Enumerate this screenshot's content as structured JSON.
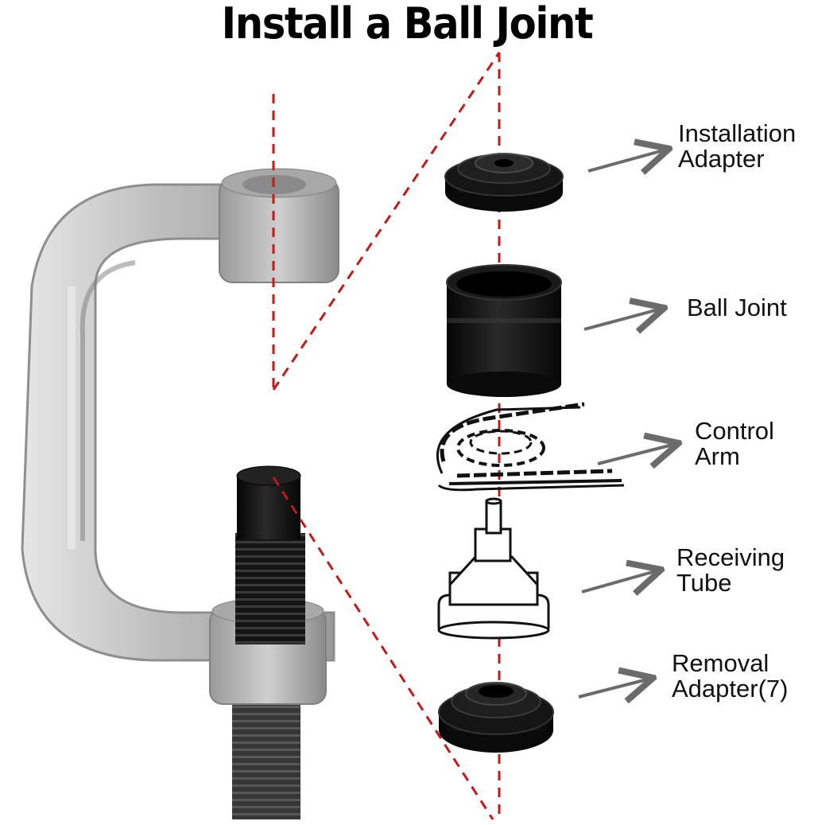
{
  "title": "Install a Ball Joint",
  "labels": {
    "installation_adapter": [
      "Installation",
      "Adapter"
    ],
    "ball_joint": [
      "Ball Joint"
    ],
    "control_arm": [
      "Control",
      "Arm"
    ],
    "receiving_tube": [
      "Receiving",
      "Tube"
    ],
    "removal_adapter": [
      "Removal",
      "Adapter(7)"
    ]
  },
  "colors": {
    "clamp": "#b9b9b9",
    "clamp_dark": "#8d8d8d",
    "parts": "#111111",
    "guide_line": "#c01a1a",
    "arrow": "#6b6b6b"
  }
}
